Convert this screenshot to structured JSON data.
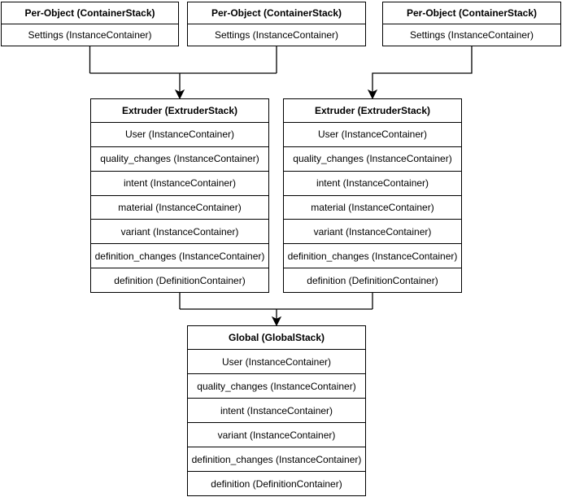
{
  "diagram": {
    "colors": {
      "background": "#ffffff",
      "line": "#000000",
      "text": "#000000"
    },
    "per_object_stacks": [
      {
        "title": "Per-Object (ContainerStack)",
        "rows": [
          "Settings (InstanceContainer)"
        ]
      },
      {
        "title": "Per-Object (ContainerStack)",
        "rows": [
          "Settings (InstanceContainer)"
        ]
      },
      {
        "title": "Per-Object (ContainerStack)",
        "rows": [
          "Settings (InstanceContainer)"
        ]
      }
    ],
    "extruder_stacks": [
      {
        "title": "Extruder (ExtruderStack)",
        "rows": [
          "User (InstanceContainer)",
          "quality_changes (InstanceContainer)",
          "intent (InstanceContainer)",
          "material (InstanceContainer)",
          "variant (InstanceContainer)",
          "definition_changes (InstanceContainer)",
          "definition (DefinitionContainer)"
        ]
      },
      {
        "title": "Extruder (ExtruderStack)",
        "rows": [
          "User (InstanceContainer)",
          "quality_changes (InstanceContainer)",
          "intent (InstanceContainer)",
          "material (InstanceContainer)",
          "variant (InstanceContainer)",
          "definition_changes (InstanceContainer)",
          "definition (DefinitionContainer)"
        ]
      }
    ],
    "global_stack": {
      "title": "Global (GlobalStack)",
      "rows": [
        "User (InstanceContainer)",
        "quality_changes (InstanceContainer)",
        "intent (InstanceContainer)",
        "variant (InstanceContainer)",
        "definition_changes (InstanceContainer)",
        "definition (DefinitionContainer)"
      ]
    }
  }
}
